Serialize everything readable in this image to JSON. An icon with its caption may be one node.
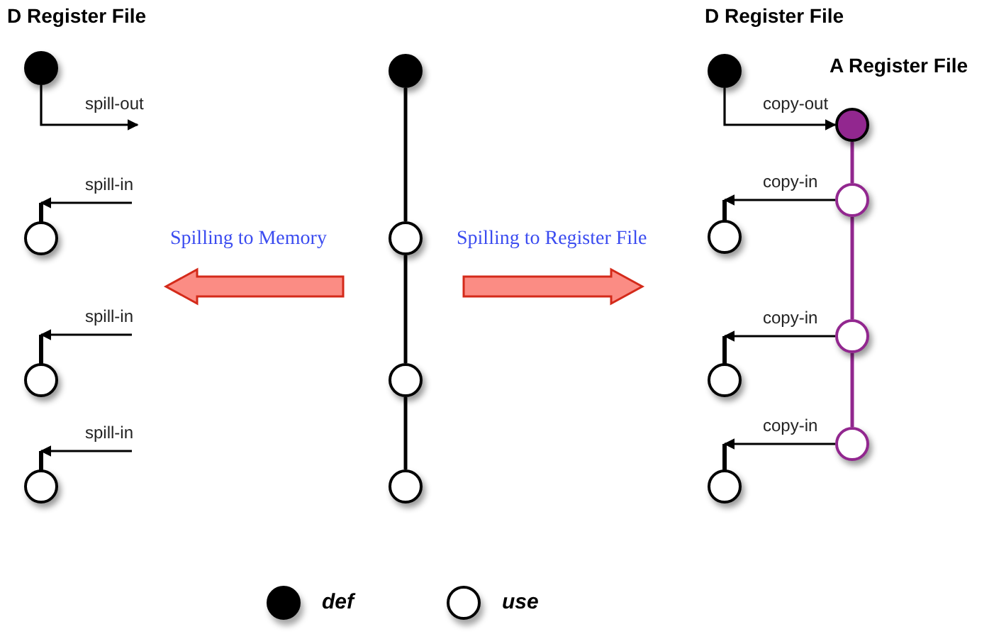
{
  "diagram": {
    "nodes": [
      {
        "text": [],
        "shape": "circle"
      },
      {
        "text": [],
        "shape": "circle"
      },
      {
        "text": [],
        "shape": "circle"
      },
      {
        "text": [],
        "shape": "circle"
      },
      {
        "text": [],
        "shape": "circle"
      },
      {
        "text": [],
        "shape": "circle"
      },
      {
        "text": [],
        "shape": "circle"
      },
      {
        "text": [],
        "shape": "circle"
      },
      {
        "text": [],
        "shape": "circle"
      },
      {
        "text": [],
        "shape": "circle"
      },
      {
        "text": [],
        "shape": "circle"
      },
      {
        "text": [],
        "shape": "circle"
      },
      {
        "text": [],
        "shape": "circle"
      },
      {
        "text": [],
        "shape": "circle"
      },
      {
        "text": [],
        "shape": "circle"
      },
      {
        "text": [],
        "shape": "circle"
      }
    ],
    "edges": [
      {
        "from": 0,
        "to": null,
        "arrow": "to",
        "label": "spill-out"
      },
      {
        "from": null,
        "to": 1,
        "arrow": "to",
        "label": "spill-in"
      },
      {
        "from": null,
        "to": 2,
        "arrow": "to",
        "label": "spill-in"
      },
      {
        "from": null,
        "to": 3,
        "arrow": "to",
        "label": "spill-in"
      },
      {
        "from": 4,
        "to": 5,
        "arrow": "none"
      },
      {
        "from": 5,
        "to": 6,
        "arrow": "none"
      },
      {
        "from": 6,
        "to": 7,
        "arrow": "none"
      },
      {
        "from": 8,
        "to": 9,
        "arrow": "to",
        "label": "copy-out"
      },
      {
        "from": 9,
        "to": 10,
        "arrow": "none",
        "color": "#92278f"
      },
      {
        "from": 10,
        "to": 11,
        "arrow": "none",
        "color": "#92278f"
      },
      {
        "from": 11,
        "to": 12,
        "arrow": "none",
        "color": "#92278f"
      },
      {
        "from": 10,
        "to": 13,
        "arrow": "to",
        "label": "copy-in"
      },
      {
        "from": 11,
        "to": 14,
        "arrow": "to",
        "label": "copy-in"
      },
      {
        "from": 12,
        "to": 15,
        "arrow": "to",
        "label": "copy-in"
      }
    ],
    "labels": [
      "D Register File",
      "D Register File",
      "A Register File",
      "Spilling to Memory",
      "Spilling to Register File"
    ],
    "legend": [
      {
        "text": "def"
      },
      {
        "text": "use"
      }
    ]
  }
}
